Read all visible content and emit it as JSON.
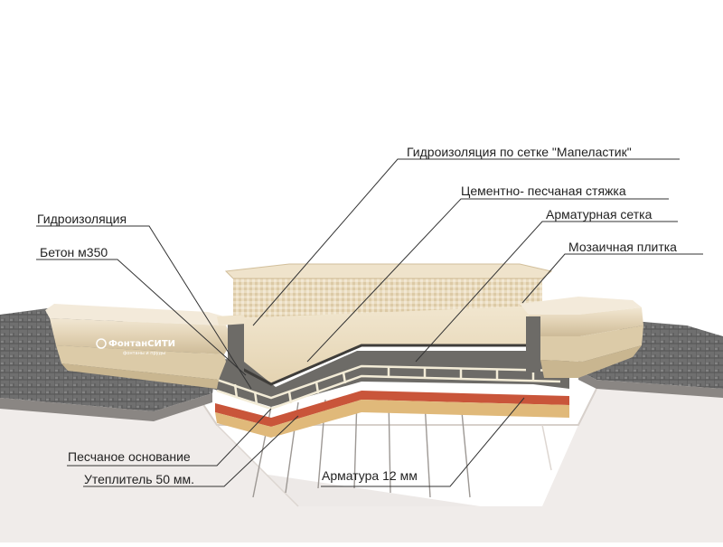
{
  "diagram": {
    "brand": {
      "name": "ФонтанСИТИ",
      "tagline": "фонтаны и пруды"
    },
    "labels": {
      "waterproofing_mesh": "Гидроизоляция по сетке \"Мапеластик\"",
      "cement_screed": "Цементно- песчаная стяжка",
      "rebar_mesh": "Арматурная сетка",
      "mosaic_tile": "Мозаичная плитка",
      "waterproofing": "Гидроизоляция",
      "concrete": "Бетон м350",
      "sand_base": "Песчаное основание",
      "insulation": "Утеплитель 50 мм.",
      "rebar_12": "Арматура 12 мм"
    },
    "colors": {
      "sand_stone": "#e8dcc4",
      "paving": "#6f6f6f",
      "soil": "#ece8e6",
      "concrete": "#6d6b67",
      "insulation": "#c9553a",
      "sand": "#e0b97a",
      "rebar": "#f3ecd7"
    }
  }
}
